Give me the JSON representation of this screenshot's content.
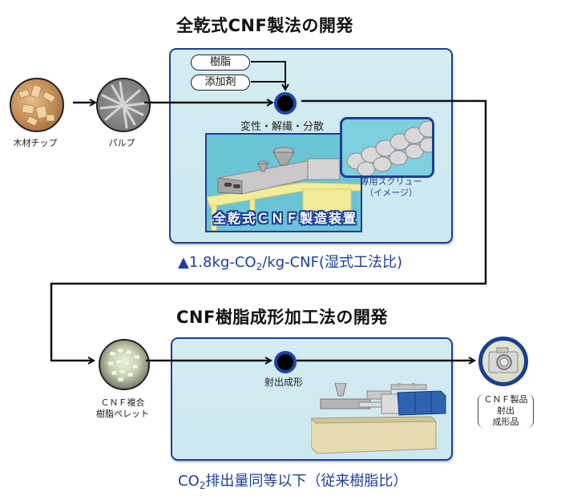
{
  "section1": {
    "title": "全乾式CNF製法の開発",
    "inputs": [
      "樹脂",
      "添加剤"
    ],
    "process_label": "変性・解繊・分散",
    "device_label": "全乾式ＣＮＦ製造装置",
    "screw_label_line1": "専用スクリュー",
    "screw_label_line2": "（イメージ）",
    "reduction_prefix": "▲1.8kg-CO",
    "reduction_sub": "2",
    "reduction_suffix": "/kg-CNF(湿式工法比)"
  },
  "section2": {
    "title": "CNF樹脂成形加工法の開発",
    "process_label": "射出成形",
    "emission_prefix": "CO",
    "emission_sub": "2",
    "emission_suffix": "排出量同等以下（従来樹脂比）"
  },
  "materials": {
    "wood_chip": "木材チップ",
    "pulp": "パルプ",
    "pellet_line1": "ＣＮＦ複合",
    "pellet_line2": "樹脂ペレット",
    "product_line1": "ＣＮＦ製品",
    "product_line2": "射出",
    "product_line3": "成形品"
  },
  "colors": {
    "panel_border": "#1e3f8f",
    "panel_fill": "#d4ecf2",
    "accent_text": "#1d3f98",
    "node_ring": "#1c46a6"
  }
}
